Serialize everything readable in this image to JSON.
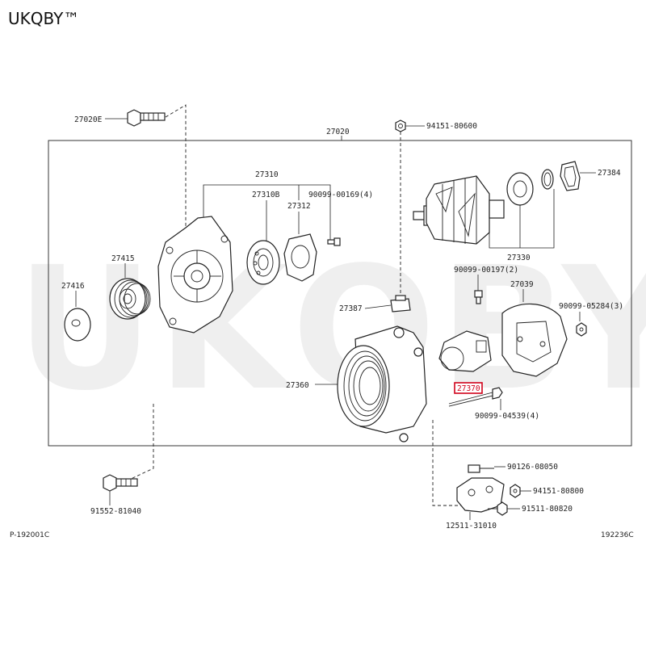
{
  "brand": "UKQBY™",
  "watermark": "UKQBY™",
  "footer": {
    "left_code": "P-192001C",
    "right_code": "192236C"
  },
  "labels": {
    "p27020E": "27020E",
    "p27020": "27020",
    "p94151_80600": "94151-80600",
    "p27310": "27310",
    "p27310B": "27310B",
    "p27312": "27312",
    "p90099_00169": "90099-00169(4)",
    "p27384": "27384",
    "p27330": "27330",
    "p27415": "27415",
    "p27416": "27416",
    "p90099_00197": "90099-00197(2)",
    "p27039": "27039",
    "p90099_05284": "90099-05284(3)",
    "p27387": "27387",
    "p27360": "27360",
    "p27370": "27370",
    "p90099_04539": "90099-04539(4)",
    "p90126_08050": "90126-08050",
    "p94151_80800": "94151-80800",
    "p91511_80820": "91511-80820",
    "p12511_31010": "12511-31010",
    "p91552_81040": "91552-81040"
  },
  "colors": {
    "highlight": "#d0021b",
    "line": "#222222",
    "watermark": "#ececec"
  }
}
